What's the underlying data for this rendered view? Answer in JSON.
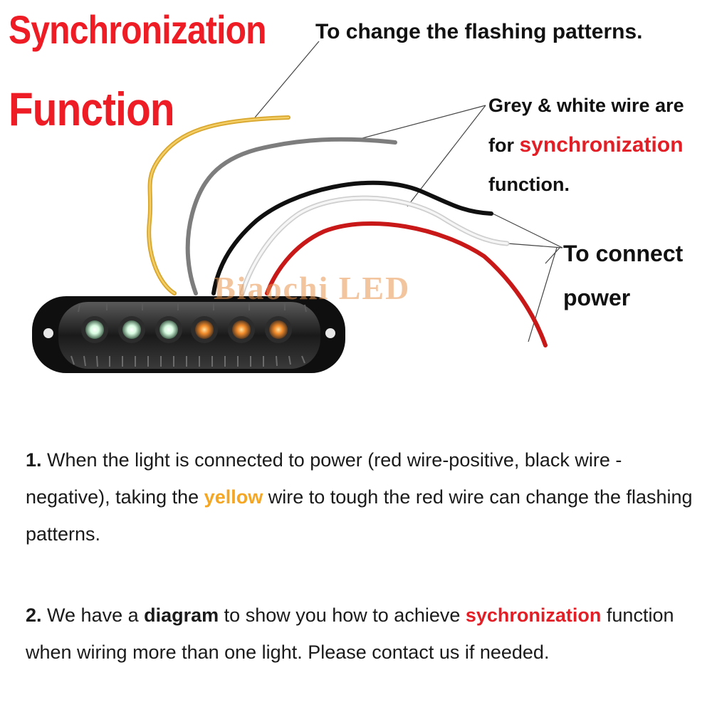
{
  "title": {
    "line1": "Synchronization",
    "line2": "Function"
  },
  "callouts": {
    "patterns": "To change the flashing patterns.",
    "sync_line1": "Grey & white wire are",
    "sync_line2_prefix": "for ",
    "sync_line2_highlight": "synchronization",
    "sync_line3": "function.",
    "power_line1": "To connect",
    "power_line2": "power"
  },
  "watermark": "Biaochi  LED",
  "product": {
    "led_count": 6,
    "led_colors": [
      "white",
      "white",
      "white",
      "amber",
      "amber",
      "amber"
    ],
    "wire_colors": [
      "#e8b43a",
      "#8c8c8c",
      "#111111",
      "#e8e8e8",
      "#d62020"
    ]
  },
  "notes": {
    "p1_num": "1.",
    "p1_a": " When the light is connected to power (red wire-positive, black wire -negative), taking the ",
    "p1_hl": "yellow",
    "p1_b": " wire to tough the red wire can change the flashing patterns.",
    "p2_num": "2.",
    "p2_a": " We have a ",
    "p2_bold": "diagram",
    "p2_b": " to show you how to achieve ",
    "p2_hl": "sychronization",
    "p2_c": " function when wiring more than one light. Please contact us if needed."
  },
  "colors": {
    "title_red": "#ee1c25",
    "highlight_red": "#e21f26",
    "highlight_yellow": "#f5a623"
  }
}
